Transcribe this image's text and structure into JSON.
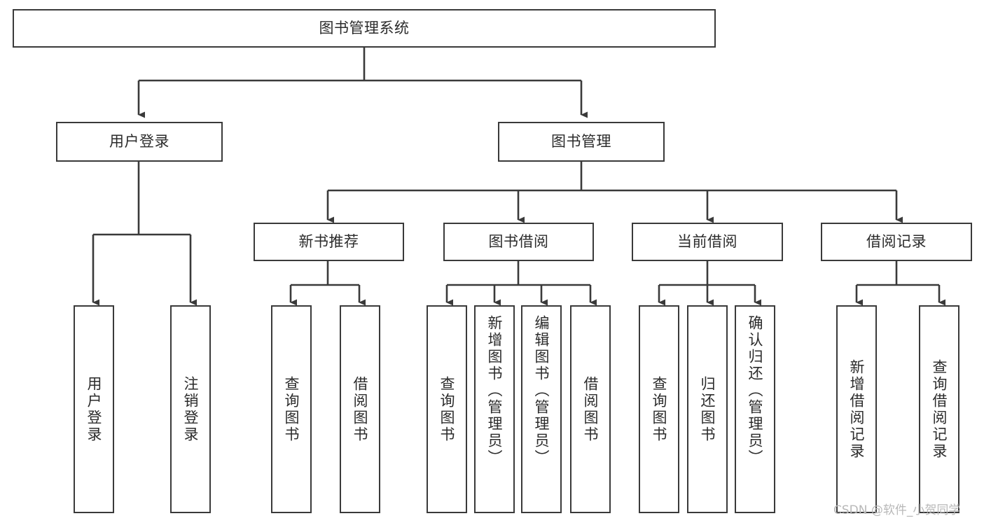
{
  "diagram": {
    "type": "tree",
    "title": "图书管理系统",
    "root": {
      "id": "root",
      "label": "图书管理系统",
      "orientation": "horizontal"
    },
    "level1": [
      {
        "id": "user-login",
        "label": "用户登录",
        "orientation": "horizontal"
      },
      {
        "id": "book-manage",
        "label": "图书管理",
        "orientation": "horizontal"
      }
    ],
    "level2": [
      {
        "id": "new-book-recommend",
        "label": "新书推荐",
        "orientation": "horizontal",
        "parent": "book-manage"
      },
      {
        "id": "book-borrow",
        "label": "图书借阅",
        "orientation": "horizontal",
        "parent": "book-manage"
      },
      {
        "id": "current-borrow",
        "label": "当前借阅",
        "orientation": "horizontal",
        "parent": "book-manage"
      },
      {
        "id": "borrow-record",
        "label": "借阅记录",
        "orientation": "horizontal",
        "parent": "book-manage"
      }
    ],
    "leaves": [
      {
        "id": "leaf-user-login",
        "label": "用户登录",
        "orientation": "vertical",
        "parent": "user-login"
      },
      {
        "id": "leaf-logout",
        "label": "注销登录",
        "orientation": "vertical",
        "parent": "user-login"
      },
      {
        "id": "leaf-query-book-1",
        "label": "查询图书",
        "orientation": "vertical",
        "parent": "new-book-recommend"
      },
      {
        "id": "leaf-borrow-book-1",
        "label": "借阅图书",
        "orientation": "vertical",
        "parent": "new-book-recommend"
      },
      {
        "id": "leaf-query-book-2",
        "label": "查询图书",
        "orientation": "vertical",
        "parent": "book-borrow"
      },
      {
        "id": "leaf-add-book",
        "label": "新增图书（管理员）",
        "orientation": "vertical",
        "parent": "book-borrow"
      },
      {
        "id": "leaf-edit-book",
        "label": "编辑图书（管理员）",
        "orientation": "vertical",
        "parent": "book-borrow"
      },
      {
        "id": "leaf-borrow-book-2",
        "label": "借阅图书",
        "orientation": "vertical",
        "parent": "book-borrow"
      },
      {
        "id": "leaf-query-book-3",
        "label": "查询图书",
        "orientation": "vertical",
        "parent": "current-borrow"
      },
      {
        "id": "leaf-return-book",
        "label": "归还图书",
        "orientation": "vertical",
        "parent": "current-borrow"
      },
      {
        "id": "leaf-confirm-return",
        "label": "确认归还（管理员）",
        "orientation": "vertical",
        "parent": "current-borrow"
      },
      {
        "id": "leaf-add-record",
        "label": "新增借阅记录",
        "orientation": "vertical",
        "parent": "borrow-record"
      },
      {
        "id": "leaf-query-record",
        "label": "查询借阅记录",
        "orientation": "vertical",
        "parent": "borrow-record"
      }
    ]
  },
  "watermark": {
    "text": "CSDN @软件_小贺同学"
  },
  "colors": {
    "background": "#ffffff",
    "border": "#3a3a3a",
    "text": "#2b2b2b",
    "connector": "#3a3a3a",
    "watermark": "#b8b8b8"
  }
}
